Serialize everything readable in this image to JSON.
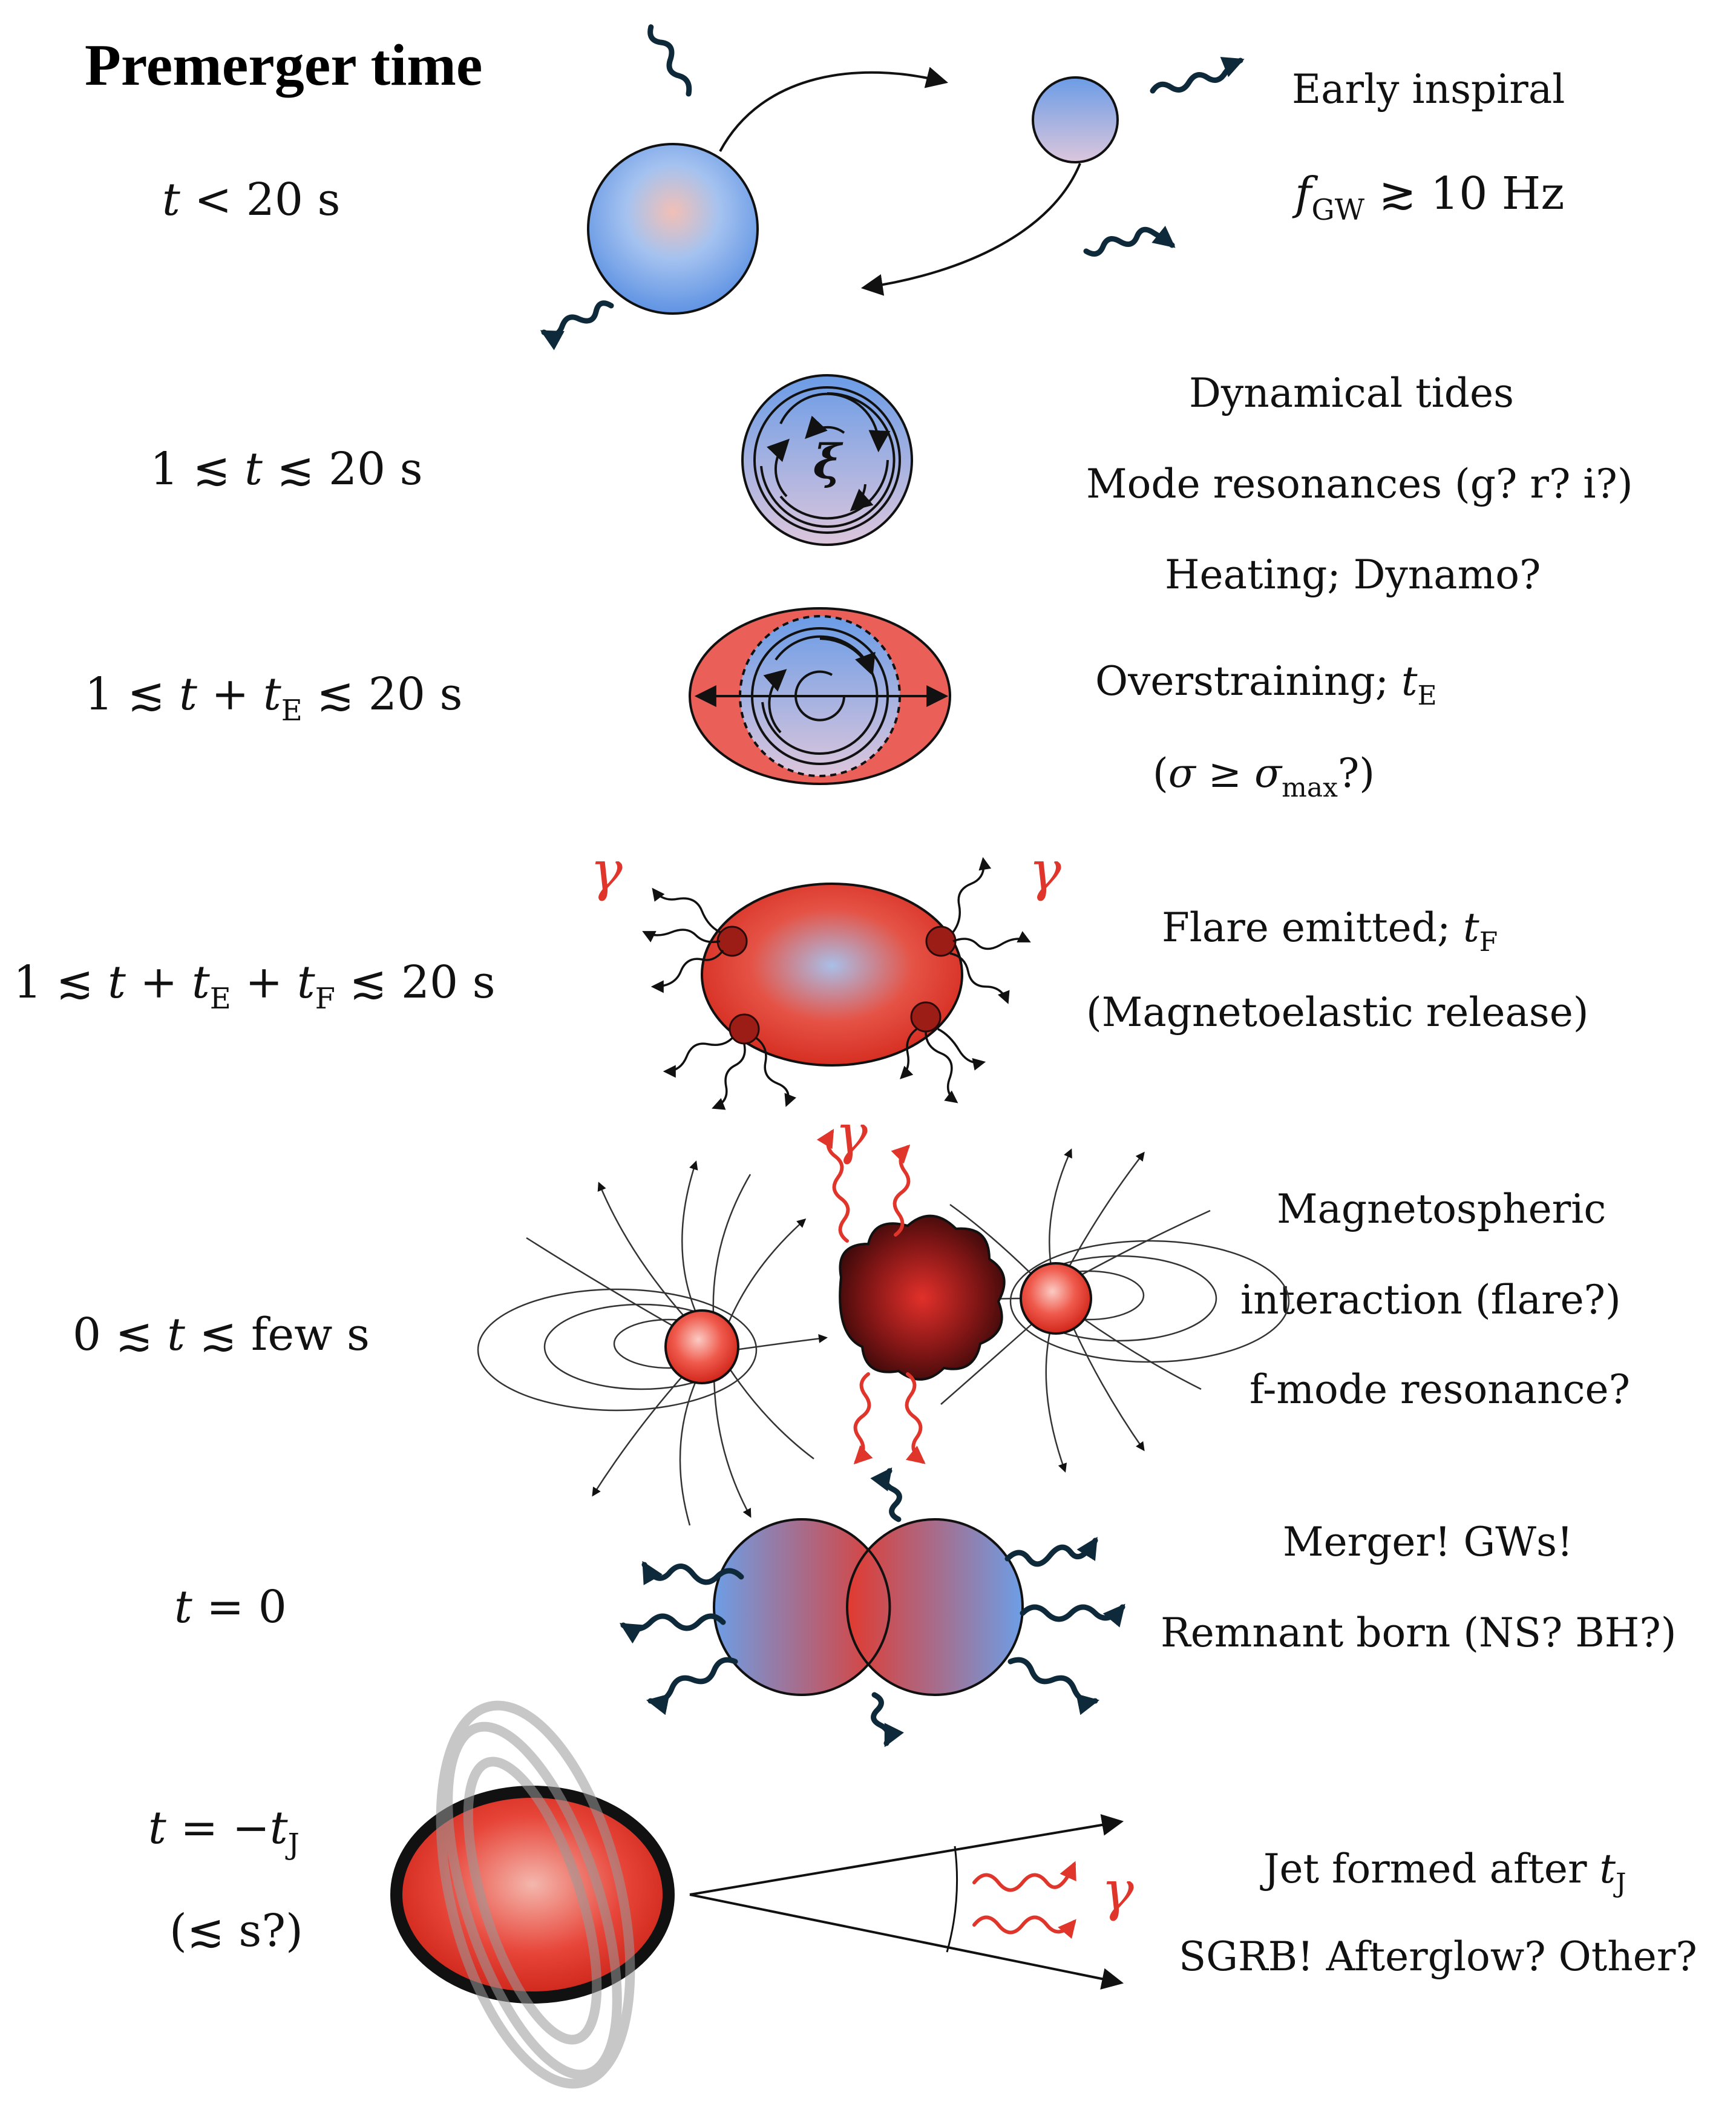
{
  "title": "Premerger time",
  "stages": [
    {
      "time": "t < 20 s",
      "description": [
        "Early inspiral",
        "f_GW ≳ 10 Hz"
      ]
    },
    {
      "time": "1 ≲ t ≲ 20 s",
      "description": [
        "Dynamical tides",
        "Mode resonances (g? r? i?)",
        "Heating; Dynamo?"
      ]
    },
    {
      "time": "1 ≲ t + t_E ≲ 20 s",
      "description": [
        "Overstraining; t_E",
        "(σ ≥ σ_max?)"
      ]
    },
    {
      "time": "1 ≲ t + t_E + t_F ≲ 20 s",
      "description": [
        "Flare emitted; t_F",
        "(Magnetoelastic release)"
      ]
    },
    {
      "time": "0 ≲ t ≲ few s",
      "description": [
        "Magnetospheric",
        "interaction (flare?)",
        "f-mode resonance?"
      ]
    },
    {
      "time": "t = 0",
      "description": [
        "Merger! GWs!",
        "Remnant born (NS? BH?)"
      ]
    },
    {
      "time": "t = −t_J",
      "time_note": "(≲ s?)",
      "description": [
        "Jet formed after t_J",
        "SGRB! Afterglow? Other?"
      ]
    }
  ],
  "symbols": {
    "tidal_displacement": "ξ",
    "photon": "γ"
  },
  "colors": {
    "neutron_star_blue": "#6a9ee6",
    "flare_red": "#e0352b",
    "gw_wave": "#0e2a3a"
  }
}
